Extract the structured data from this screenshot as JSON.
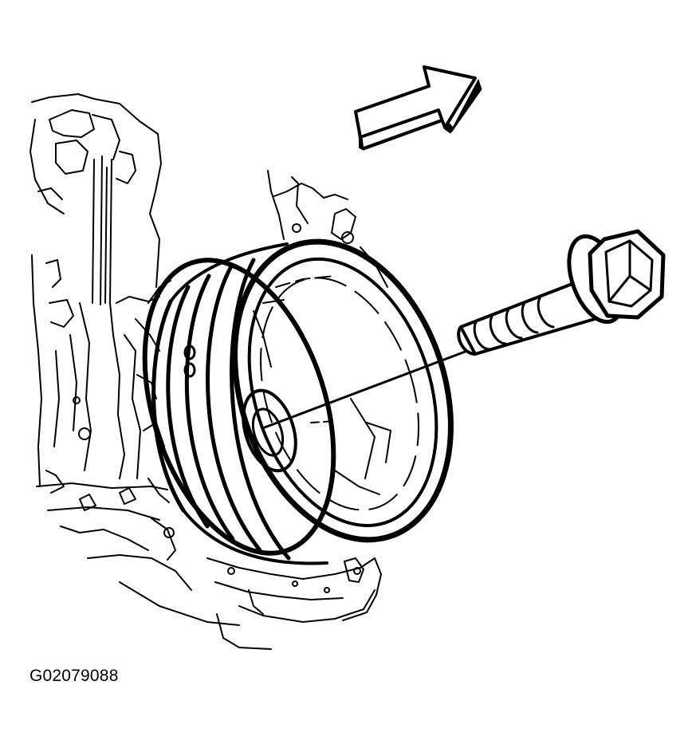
{
  "figure": {
    "id_label": "G02079088"
  },
  "colors": {
    "line": "#000000",
    "background": "#ffffff"
  },
  "parts": [
    "engine-block-front",
    "crankshaft-balancer-pulley",
    "balancer-bolt",
    "direction-arrow"
  ]
}
